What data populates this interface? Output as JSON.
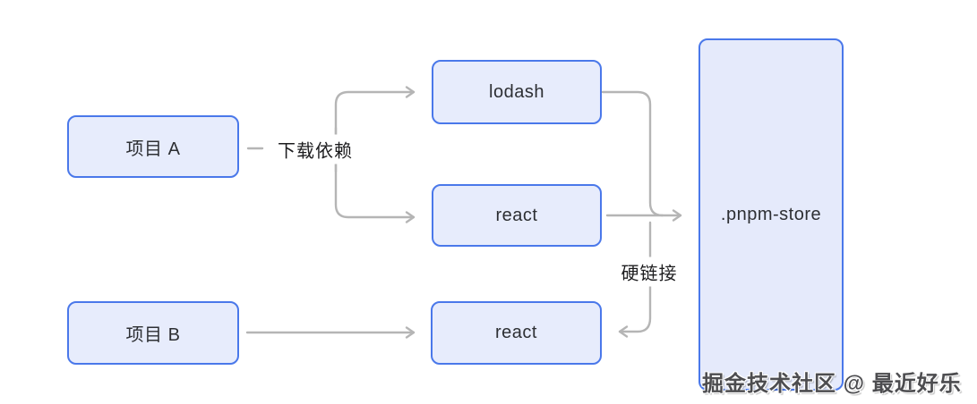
{
  "diagram": {
    "title_hint": "pnpm store dependency linking diagram",
    "nodes": {
      "project_a": {
        "label": "项目 A"
      },
      "project_b": {
        "label": "项目 B"
      },
      "lodash": {
        "label": "lodash"
      },
      "react_a": {
        "label": "react"
      },
      "react_b": {
        "label": "react"
      },
      "pnpm_store": {
        "label": ".pnpm-store"
      }
    },
    "edge_labels": {
      "download_deps": "下载依赖",
      "hard_link": "硬链接"
    },
    "edges": [
      {
        "from": "project_a",
        "to": "lodash",
        "label": "下载依赖",
        "arrow": "right"
      },
      {
        "from": "project_a",
        "to": "react_a",
        "label": "下载依赖",
        "arrow": "right"
      },
      {
        "from": "lodash",
        "to": "pnpm_store",
        "label": "",
        "arrow": "right"
      },
      {
        "from": "react_a",
        "to": "pnpm_store",
        "label": "",
        "arrow": "right"
      },
      {
        "from": "pnpm_store",
        "to": "react_b",
        "label": "硬链接",
        "arrow": "left"
      },
      {
        "from": "project_b",
        "to": "react_b",
        "label": "",
        "arrow": "right"
      }
    ],
    "colors": {
      "node_border": "#4a78ea",
      "node_fill": "#e7ecfc",
      "connector": "#b5b5b5",
      "node_text": "#2d2f33",
      "label_text": "#1d1d1f",
      "background": "#ffffff"
    }
  },
  "watermark": {
    "text": "掘金技术社区 @ 最近好乐"
  }
}
